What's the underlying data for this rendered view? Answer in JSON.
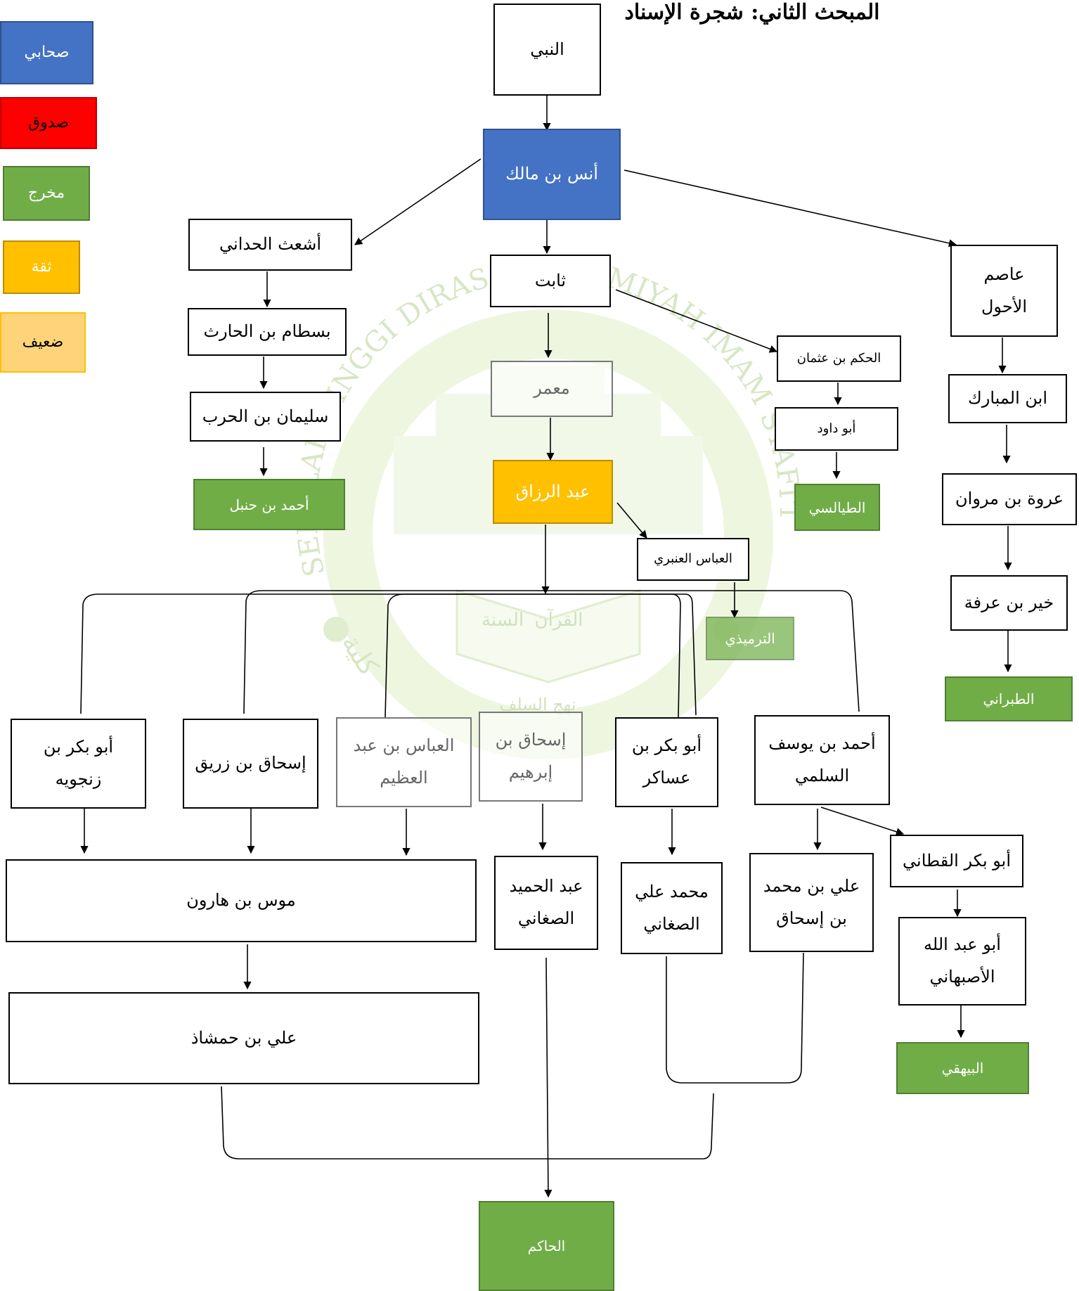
{
  "title": "المبحث الثاني: شجرة الإسناد",
  "legend": {
    "sahabi": "صحابي",
    "saduq": "صدوق",
    "mukharrij": "مخرج",
    "thiqa": "ثقة",
    "daif": "ضعيف"
  },
  "colors": {
    "sahabi": "#4472c4",
    "saduq": "#ff0000",
    "mukharrij": "#70ad47",
    "thiqa": "#ffc000",
    "daif": "#ffd37a"
  },
  "nodes": {
    "nabi": "النبي",
    "anas": "أنس بن مالك",
    "ashath": "أشعث الحداني",
    "thabit": "ثابت",
    "asim": "عاصم الأحول",
    "bistam": "بسطام بن الحارث",
    "hakam": "الحكم بن عثمان",
    "ibn_mubarak": "ابن المبارك",
    "sulayman": "سليمان بن الحرب",
    "mamar": "معمر",
    "abu_dawud": "أبو داود",
    "ahmad_hanbal": "أحمد بن حنبل",
    "abd_razzaq": "عبد الرزاق",
    "tayalisi": "الطيالسي",
    "urwa": "عروة بن مروان",
    "abbas_anbari": "العباس العنبري",
    "khayr": "خير بن عرفة",
    "tirmidhi": "الترميذي",
    "tabarani": "الطبراني",
    "abu_bakr_zanjawayh": "أبو بكر بن زنجويه",
    "ishaq_zurayq": "إسحاق بن زريق",
    "abbas_abd_azim": "العباس بن عبد العظيم",
    "ishaq_ibrahim": "إسحاق بن إبرهيم",
    "abu_bakr_asakir": "أبو بكر بن عساكر",
    "ahmad_sulami": "أحمد بن يوسف السلمي",
    "abu_bakr_qattani": "أبو بكر القطاني",
    "musa_harun": "موس بن هارون",
    "abd_hamid": "عبد الحميد الصغاني",
    "muhammad_ali": "محمد علي الصغاني",
    "ali_ishaq": "علي بن محمد بن إسحاق",
    "abu_abdillah": "أبو عبد الله الأصبهاني",
    "bayhaqi": "البيهقي",
    "ali_hamshadh": "علي بن حمشاذ",
    "hakim": "الحاكم"
  },
  "watermark": {
    "ring_text": "SEKOLAH TINGGI DIRASAT ISLAMIYAH IMAM SYAFI'I",
    "book_left": "القرآن",
    "book_right": "السنة",
    "motto": "نهج السلف",
    "arabic_ring": "كلية الإمام الشافعي للدراسات الإسلامية"
  }
}
